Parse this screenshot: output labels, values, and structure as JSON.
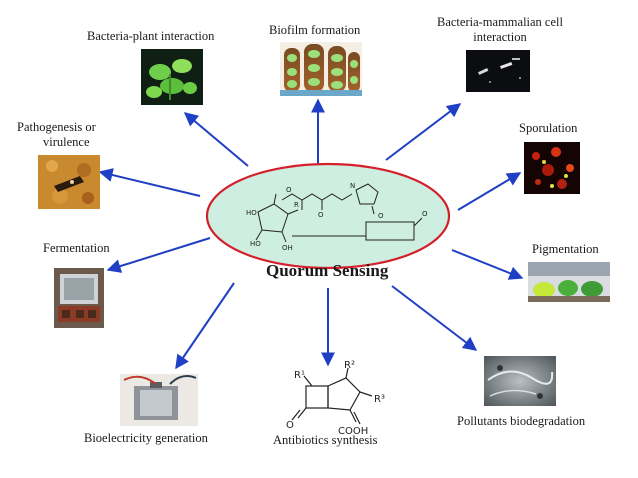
{
  "diagram": {
    "center_title": "Quorum Sensing",
    "colors": {
      "arrow": "#1f3fc4",
      "ellipse_fill": "#cdeee0",
      "ellipse_stroke": "#d4202a"
    },
    "nodes": [
      {
        "id": "bacteria-plant",
        "label": "Bacteria-plant interaction",
        "icon": "plant-leaves-image"
      },
      {
        "id": "biofilm",
        "label": "Biofilm formation",
        "icon": "biofilm-image"
      },
      {
        "id": "mammalian",
        "label_line1": "Bacteria-mammalian cell",
        "label_line2": "interaction",
        "icon": "micrograph-image"
      },
      {
        "id": "pathogenesis",
        "label_line1": "Pathogenesis or",
        "label_line2": "virulence",
        "icon": "infected-tissue-image"
      },
      {
        "id": "sporulation",
        "label": "Sporulation",
        "icon": "fluorescent-spores-image"
      },
      {
        "id": "fermentation",
        "label": "Fermentation",
        "icon": "fermenter-image"
      },
      {
        "id": "pigmentation",
        "label": "Pigmentation",
        "icon": "pigmented-plates-image"
      },
      {
        "id": "bioelectricity",
        "label": "Bioelectricity generation",
        "icon": "fuel-cell-image"
      },
      {
        "id": "antibiotics",
        "label": "Antibiotics synthesis",
        "icon": "carbapenem-structure"
      },
      {
        "id": "pollutants",
        "label": "Pollutants biodegradation",
        "icon": "contaminated-soil-image"
      }
    ],
    "structure_labels": {
      "r1": "R¹",
      "r2": "R²",
      "r3": "R³",
      "cooh": "COOH",
      "o": "O"
    }
  }
}
